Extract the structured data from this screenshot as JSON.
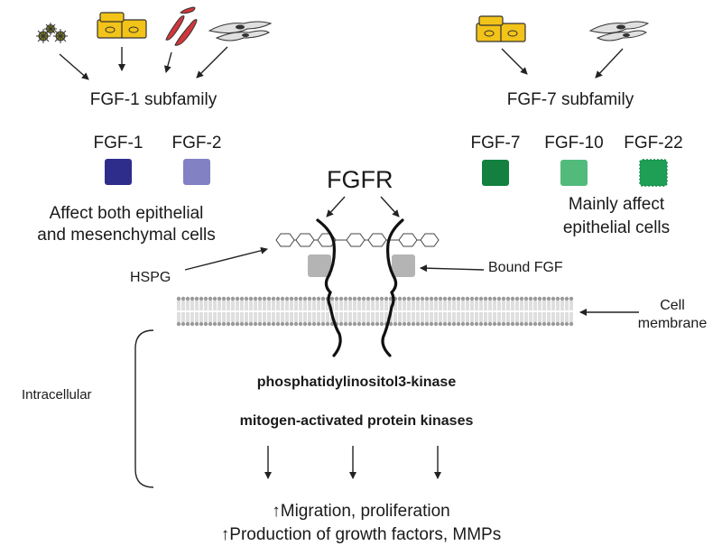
{
  "fgf1": {
    "subfamily": "FGF-1 subfamily",
    "members": [
      "FGF-1",
      "FGF-2"
    ],
    "effect_line1": "Affect both epithelial",
    "effect_line2": "and mesenchymal cells"
  },
  "fgf7": {
    "subfamily": "FGF-7 subfamily",
    "members": [
      "FGF-7",
      "FGF-10",
      "FGF-22"
    ],
    "effect_line1": "Mainly affect",
    "effect_line2": "epithelial cells"
  },
  "receptor": {
    "label": "FGFR"
  },
  "labels": {
    "hspg": "HSPG",
    "bound_fgf": "Bound FGF",
    "cell_membrane_line1": "Cell",
    "cell_membrane_line2": "membrane",
    "intracellular": "Intracellular"
  },
  "pathways": {
    "pi3k": "phosphatidylinositol3-kinase",
    "mapk": "mitogen-activated protein kinases"
  },
  "outcomes": {
    "line1": "↑Migration, proliferation",
    "line2": "↑Production of growth factors, MMPs"
  },
  "colors": {
    "fgf1": "#2e2d8c",
    "fgf2": "#8181c4",
    "fgf7": "#13803f",
    "fgf10": "#52bb7b",
    "fgf22": "#1f9e55",
    "bound_fgf": "#b4b4b4",
    "keratinocyte": "#f2c318",
    "muscle_cell": "#d2363b",
    "platelet_like": "#8a8a24"
  }
}
